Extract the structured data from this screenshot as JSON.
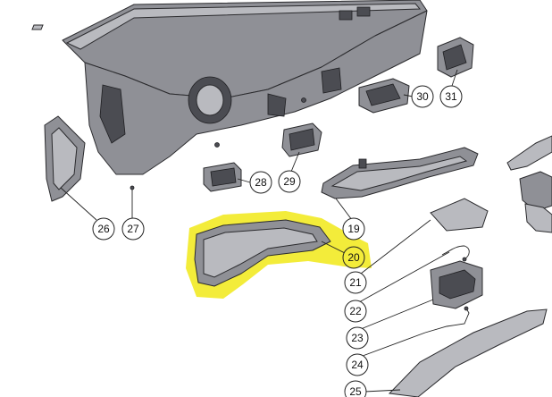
{
  "diagram": {
    "highlight_color": "#f3ec3a",
    "callouts": [
      {
        "id": "c19",
        "label": "19"
      },
      {
        "id": "c20",
        "label": "20"
      },
      {
        "id": "c21",
        "label": "21"
      },
      {
        "id": "c22",
        "label": "22"
      },
      {
        "id": "c23",
        "label": "23"
      },
      {
        "id": "c24",
        "label": "24"
      },
      {
        "id": "c25",
        "label": "25"
      },
      {
        "id": "c26",
        "label": "26"
      },
      {
        "id": "c27",
        "label": "27"
      },
      {
        "id": "c28",
        "label": "28"
      },
      {
        "id": "c29",
        "label": "29"
      },
      {
        "id": "c30",
        "label": "30"
      },
      {
        "id": "c31",
        "label": "31"
      }
    ]
  }
}
